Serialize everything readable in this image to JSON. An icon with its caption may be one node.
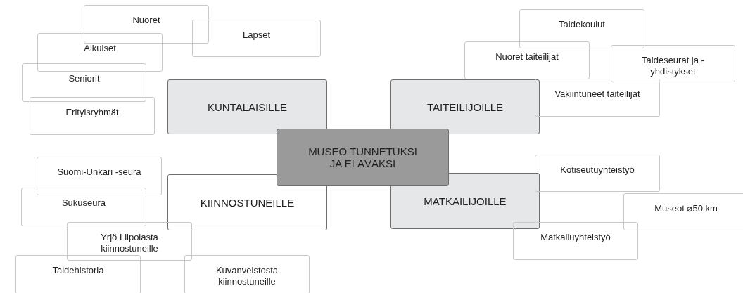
{
  "diagram": {
    "nodes": [
      {
        "text": [
          "Nuoret"
        ]
      },
      {
        "text": [
          "Lapset"
        ]
      },
      {
        "text": [
          "Aikuiset"
        ]
      },
      {
        "text": [
          "Seniorit"
        ]
      },
      {
        "text": [
          "Erityisryhmät"
        ]
      },
      {
        "text": [
          "Taidekoulut"
        ]
      },
      {
        "text": [
          "Nuoret taiteilijat"
        ]
      },
      {
        "text": [
          "Taideseurat ja -yhdistykset"
        ]
      },
      {
        "text": [
          "KUNTALAISILLE"
        ]
      },
      {
        "text": [
          "TAITEILIJOILLE"
        ]
      },
      {
        "text": [
          "Vakiintuneet taiteilijat"
        ]
      },
      {
        "text": [
          "MUSEO TUNNETUKSI JA ELÄVÄKSI"
        ]
      },
      {
        "text": [
          "Kotiseutuyhteistyö"
        ]
      },
      {
        "text": [
          "Suomi-Unkari -seura"
        ]
      },
      {
        "text": [
          "KIINNOSTUNEILLE"
        ]
      },
      {
        "text": [
          "MATKAILIJOILLE"
        ]
      },
      {
        "text": [
          "Sukuseura"
        ]
      },
      {
        "text": [
          "Museot ⌀50 km"
        ]
      },
      {
        "text": [
          "Yrjö Liipolasta kiinnostuneille"
        ]
      },
      {
        "text": [
          "Matkailuyhteistyö"
        ]
      },
      {
        "text": [
          "Taidehistoria"
        ]
      },
      {
        "text": [
          "Kuvanveistosta kiinnostuneille"
        ]
      }
    ],
    "edges": []
  }
}
